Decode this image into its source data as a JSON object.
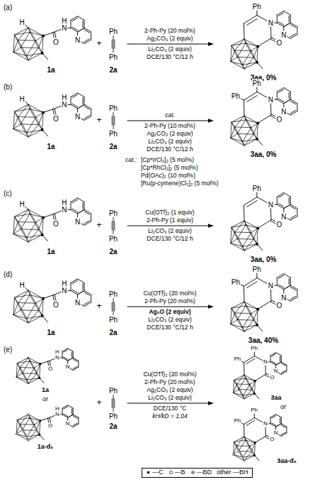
{
  "diagram": {
    "labels": [
      "(a)",
      "H",
      "O",
      "N",
      "H",
      "N",
      "1a",
      "+",
      "Ph",
      "Ph",
      "2a",
      "2-Ph-Py (20 mol%)",
      "Ag₂CO₃ (2 equiv)",
      "Li₂CO₃ (2 equiv)",
      "DCE/130 °C/12 h",
      "Ph",
      "N",
      "N",
      "O",
      "3aa, 0%",
      "(b)",
      "H",
      "O",
      "N",
      "H",
      "N",
      "1a",
      "+",
      "Ph",
      "Ph",
      "2a",
      "cat.",
      "2-Ph-Py (10 mol%)",
      "Ag₂CO₃ (2 equiv)",
      "Li₂CO₃ (2 equiv)",
      "DCE/130 °C/12 h",
      "Ph",
      "Ph",
      "N",
      "N",
      "O",
      "3aa, 0%",
      "cat.:",
      "[Cp*IrCl₂]₂ (5 mol%)",
      "[Cp*RhCl₂]₂ (5 mol%)",
      "Pd(OAc)₂ (10 mol%)",
      "[Ru(p-cymene)Cl₂]₂ (5 mol%)",
      "(c)",
      "H",
      "O",
      "N",
      "H",
      "N",
      "1a",
      "+",
      "Ph",
      "Ph",
      "2a",
      "Cu(OTf)₂ (1 equiv)",
      "2-Ph-Py (1 equiv)",
      "Li₂CO₃ (2 equiv)",
      "DCE/130 °C/12 h",
      "Ph",
      "N",
      "N",
      "O",
      "3aa, 0%",
      "(d)",
      "H",
      "O",
      "N",
      "H",
      "N",
      "1a",
      "+",
      "Ph",
      "Ph",
      "2a",
      "Cu(OTf)₂ (20 mol%)",
      "2-Ph-Py (20 mol%)",
      "Ag₂O (2 equiv)",
      "Li₂CO₃ (2 equiv)",
      "DCE/130 °C/12 h",
      "Ph",
      "Ph",
      "N",
      "N",
      "O",
      "3aa, 40%",
      "(e)",
      "O",
      "N",
      "H",
      "N",
      "1a",
      "or",
      "O",
      "N",
      "H",
      "N",
      "1a-d₆",
      "+",
      "Ph",
      "Ph",
      "2a",
      "Cu(OTf)₂ (20 mol%)",
      "2-Ph-Py (20 mol%)",
      "Ag₂CO₃ (2 equiv)",
      "Li₂CO₃ (2 equiv)",
      "DCE/130 °C",
      "kH/kD = 1.04",
      "Ph",
      "Ph",
      "N",
      "N",
      "O",
      "3aa",
      "or",
      "Ph",
      "Ph",
      "N",
      "N",
      "O",
      "3aa-d₅"
    ],
    "legend": [
      {
        "text": "—C"
      },
      {
        "text": "—B"
      },
      {
        "text": "—BD"
      },
      {
        "text": "other —BH"
      }
    ]
  }
}
